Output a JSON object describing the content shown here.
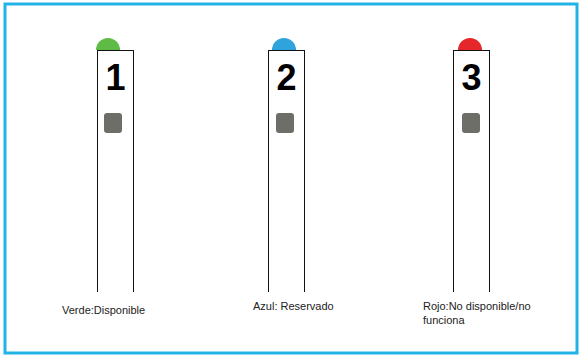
{
  "diagram": {
    "nodes": [
      {
        "text": [
          "1"
        ]
      },
      {
        "text": [
          "2"
        ]
      },
      {
        "text": [
          "3"
        ]
      }
    ],
    "labels": [
      "Verde:Disponible",
      "Azul: Reservado",
      "Rojo:No disponible/no funciona"
    ]
  }
}
